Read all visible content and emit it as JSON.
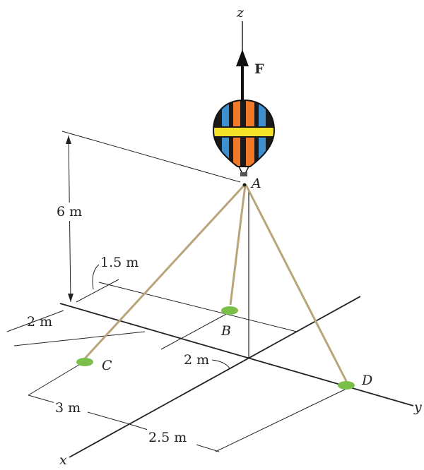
{
  "labels": {
    "z_axis": "z",
    "x_axis": "x",
    "y_axis": "y",
    "force": "F",
    "point_a": "A",
    "point_b": "B",
    "point_c": "C",
    "point_d": "D",
    "dim_height": "6 m",
    "dim_b_offset": "1.5 m",
    "dim_c_y": "2 m",
    "dim_b_x": "2 m",
    "dim_c_x": "3 m",
    "dim_d_x": "2.5 m"
  },
  "colors": {
    "line": "#222222",
    "rope": "#b9a57a",
    "anchor": "#7bbf4a",
    "balloon_orange": "#f07a2a",
    "balloon_blue": "#3d8fd0",
    "balloon_yellow": "#f5e12a",
    "balloon_black": "#1a1a1a"
  }
}
